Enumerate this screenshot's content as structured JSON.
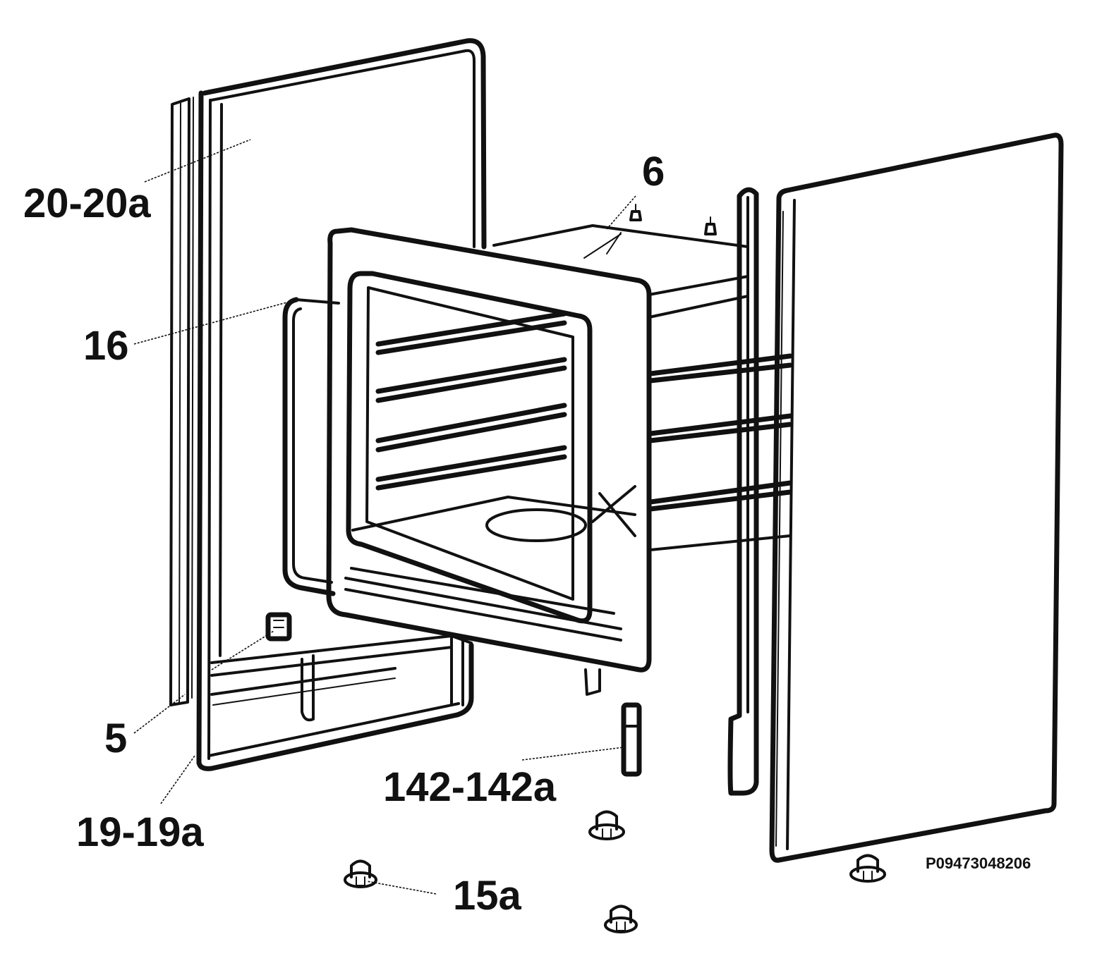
{
  "labels": {
    "l_20_20a": "20-20a",
    "l_6": "6",
    "l_16": "16",
    "l_5": "5",
    "l_19_19a": "19-19a",
    "l_142_142a": "142-142a",
    "l_15a": "15a",
    "l_code": "P09473048206"
  },
  "colors": {
    "ink": "#111111",
    "paper": "#ffffff"
  }
}
